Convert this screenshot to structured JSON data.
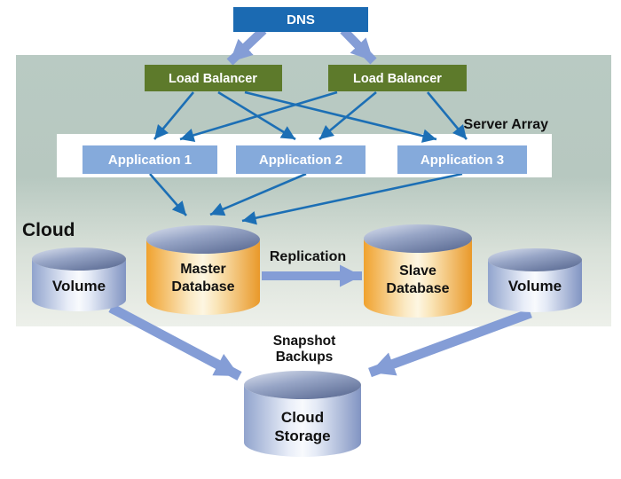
{
  "nodes": {
    "dns": {
      "label": "DNS"
    },
    "load_balancer_left": {
      "label": "Load Balancer"
    },
    "load_balancer_right": {
      "label": "Load Balancer"
    },
    "server_array": {
      "label": "Server Array"
    },
    "applications": [
      {
        "label": "Application 1"
      },
      {
        "label": "Application 2"
      },
      {
        "label": "Application 3"
      }
    ],
    "cloud_region": {
      "label": "Cloud"
    },
    "volume_left": {
      "label": "Volume"
    },
    "volume_right": {
      "label": "Volume"
    },
    "master_database": {
      "line1": "Master",
      "line2": "Database"
    },
    "slave_database": {
      "line1": "Slave",
      "line2": "Database"
    },
    "cloud_storage": {
      "line1": "Cloud",
      "line2": "Storage"
    }
  },
  "edges": {
    "replication": {
      "label": "Replication"
    },
    "snapshot_backups": {
      "line1": "Snapshot",
      "line2": "Backups"
    }
  },
  "colors": {
    "dns_box": "#1b6ab2",
    "load_balancer_box": "#5d7a2b",
    "application_box": "#85aadb",
    "thin_arrow": "#1c6fb5",
    "thick_arrow": "#849dd6",
    "cloud_band_top": "#b9cac3",
    "cloud_band_bottom": "#edf0ea",
    "server_array_band": "#ffffff",
    "cylinder_orange": "#f2a832",
    "cylinder_blue": "#8ea6d4",
    "text_dark": "#111111",
    "text_light": "#ffffff"
  }
}
